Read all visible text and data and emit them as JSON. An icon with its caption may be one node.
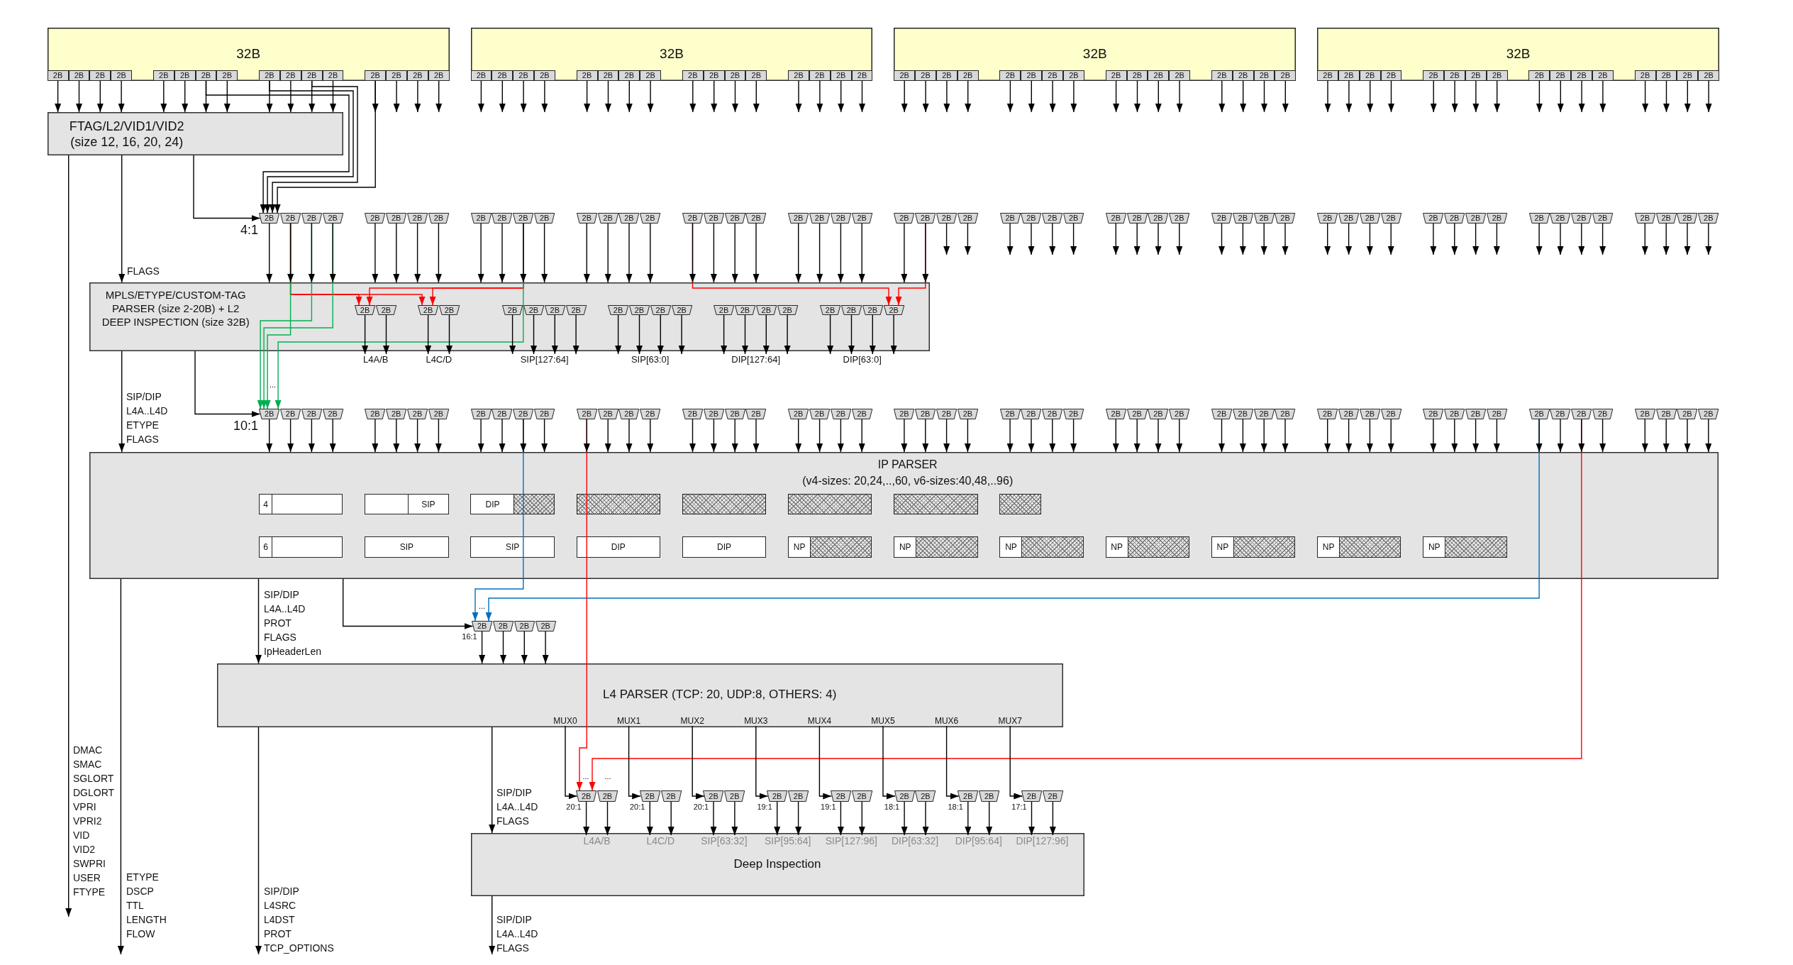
{
  "diagram": {
    "nodes": [
      {
        "text": [
          "32B"
        ]
      },
      {
        "text": [
          "2B"
        ],
        "in": 0
      },
      {
        "text": [
          "2B"
        ],
        "in": 0
      },
      {
        "text": [
          "2B"
        ],
        "in": 0
      },
      {
        "text": [
          "2B"
        ],
        "in": 0
      },
      {
        "text": [
          "2B"
        ],
        "in": 0
      },
      {
        "text": [
          "2B"
        ],
        "in": 0
      },
      {
        "text": [
          "2B"
        ],
        "in": 0
      },
      {
        "text": [
          "2B"
        ],
        "in": 0
      },
      {
        "text": [
          "2B"
        ],
        "in": 0
      },
      {
        "text": [
          "2B"
        ],
        "in": 0
      },
      {
        "text": [
          "2B"
        ],
        "in": 0
      },
      {
        "text": [
          "2B"
        ],
        "in": 0
      },
      {
        "text": [
          "2B"
        ],
        "in": 0
      },
      {
        "text": [
          "2B"
        ],
        "in": 0
      },
      {
        "text": [
          "2B"
        ],
        "in": 0
      },
      {
        "text": [
          "2B"
        ],
        "in": 0
      },
      {
        "text": [
          "32B"
        ]
      },
      {
        "text": [
          "2B"
        ],
        "in": 17
      },
      {
        "text": [
          "2B"
        ],
        "in": 17
      },
      {
        "text": [
          "2B"
        ],
        "in": 17
      },
      {
        "text": [
          "2B"
        ],
        "in": 17
      },
      {
        "text": [
          "2B"
        ],
        "in": 17
      },
      {
        "text": [
          "2B"
        ],
        "in": 17
      },
      {
        "text": [
          "2B"
        ],
        "in": 17
      },
      {
        "text": [
          "2B"
        ],
        "in": 17
      },
      {
        "text": [
          "2B"
        ],
        "in": 17
      },
      {
        "text": [
          "2B"
        ],
        "in": 17
      },
      {
        "text": [
          "2B"
        ],
        "in": 17
      },
      {
        "text": [
          "2B"
        ],
        "in": 17
      },
      {
        "text": [
          "2B"
        ],
        "in": 17
      },
      {
        "text": [
          "2B"
        ],
        "in": 17
      },
      {
        "text": [
          "2B"
        ],
        "in": 17
      },
      {
        "text": [
          "2B"
        ],
        "in": 17
      },
      {
        "text": [
          "32B"
        ]
      },
      {
        "text": [
          "2B"
        ],
        "in": 34
      },
      {
        "text": [
          "2B"
        ],
        "in": 34
      },
      {
        "text": [
          "2B"
        ],
        "in": 34
      },
      {
        "text": [
          "2B"
        ],
        "in": 34
      },
      {
        "text": [
          "2B"
        ],
        "in": 34
      },
      {
        "text": [
          "2B"
        ],
        "in": 34
      },
      {
        "text": [
          "2B"
        ],
        "in": 34
      },
      {
        "text": [
          "2B"
        ],
        "in": 34
      },
      {
        "text": [
          "2B"
        ],
        "in": 34
      },
      {
        "text": [
          "2B"
        ],
        "in": 34
      },
      {
        "text": [
          "2B"
        ],
        "in": 34
      },
      {
        "text": [
          "2B"
        ],
        "in": 34
      },
      {
        "text": [
          "2B"
        ],
        "in": 34
      },
      {
        "text": [
          "2B"
        ],
        "in": 34
      },
      {
        "text": [
          "2B"
        ],
        "in": 34
      },
      {
        "text": [
          "2B"
        ],
        "in": 34
      },
      {
        "text": [
          "32B"
        ]
      },
      {
        "text": [
          "2B"
        ],
        "in": 51
      },
      {
        "text": [
          "2B"
        ],
        "in": 51
      },
      {
        "text": [
          "2B"
        ],
        "in": 51
      },
      {
        "text": [
          "2B"
        ],
        "in": 51
      },
      {
        "text": [
          "2B"
        ],
        "in": 51
      },
      {
        "text": [
          "2B"
        ],
        "in": 51
      },
      {
        "text": [
          "2B"
        ],
        "in": 51
      },
      {
        "text": [
          "2B"
        ],
        "in": 51
      },
      {
        "text": [
          "2B"
        ],
        "in": 51
      },
      {
        "text": [
          "2B"
        ],
        "in": 51
      },
      {
        "text": [
          "2B"
        ],
        "in": 51
      },
      {
        "text": [
          "2B"
        ],
        "in": 51
      },
      {
        "text": [
          "2B"
        ],
        "in": 51
      },
      {
        "text": [
          "2B"
        ],
        "in": 51
      },
      {
        "text": [
          "2B"
        ],
        "in": 51
      },
      {
        "text": [
          "2B"
        ],
        "in": 51
      },
      {
        "text": [
          "FTAG/L2/VID1/VID2 (size 12, 16, 20, 24)"
        ]
      },
      {
        "text": [
          "2B"
        ],
        "beside": [
          "4:1"
        ]
      },
      {
        "text": [
          "2B"
        ]
      },
      {
        "text": [
          "2B"
        ]
      },
      {
        "text": [
          "2B"
        ]
      },
      {
        "text": [
          "2B"
        ]
      },
      {
        "text": [
          "2B"
        ]
      },
      {
        "text": [
          "2B"
        ]
      },
      {
        "text": [
          "2B"
        ]
      },
      {
        "text": [
          "2B"
        ]
      },
      {
        "text": [
          "2B"
        ]
      },
      {
        "text": [
          "2B"
        ]
      },
      {
        "text": [
          "2B"
        ]
      },
      {
        "text": [
          "2B"
        ]
      },
      {
        "text": [
          "2B"
        ]
      },
      {
        "text": [
          "2B"
        ]
      },
      {
        "text": [
          "2B"
        ]
      },
      {
        "text": [
          "2B"
        ]
      },
      {
        "text": [
          "2B"
        ]
      },
      {
        "text": [
          "2B"
        ]
      },
      {
        "text": [
          "2B"
        ]
      },
      {
        "text": [
          "2B"
        ]
      },
      {
        "text": [
          "2B"
        ]
      },
      {
        "text": [
          "2B"
        ]
      },
      {
        "text": [
          "2B"
        ]
      },
      {
        "text": [
          "2B"
        ]
      },
      {
        "text": [
          "2B"
        ]
      },
      {
        "text": [
          "2B"
        ]
      },
      {
        "text": [
          "2B"
        ]
      },
      {
        "text": [
          "2B"
        ]
      },
      {
        "text": [
          "2B"
        ]
      },
      {
        "text": [
          "2B"
        ]
      },
      {
        "text": [
          "2B"
        ]
      },
      {
        "text": [
          "2B"
        ]
      },
      {
        "text": [
          "2B"
        ]
      },
      {
        "text": [
          "2B"
        ]
      },
      {
        "text": [
          "2B"
        ]
      },
      {
        "text": [
          "2B"
        ]
      },
      {
        "text": [
          "2B"
        ]
      },
      {
        "text": [
          "2B"
        ]
      },
      {
        "text": [
          "2B"
        ]
      },
      {
        "text": [
          "2B"
        ]
      },
      {
        "text": [
          "2B"
        ]
      },
      {
        "text": [
          "2B"
        ]
      },
      {
        "text": [
          "2B"
        ]
      },
      {
        "text": [
          "2B"
        ]
      },
      {
        "text": [
          "2B"
        ]
      },
      {
        "text": [
          "2B"
        ]
      },
      {
        "text": [
          "2B"
        ]
      },
      {
        "text": [
          "2B"
        ]
      },
      {
        "text": [
          "2B"
        ]
      },
      {
        "text": [
          "2B"
        ]
      },
      {
        "text": [
          "2B"
        ]
      },
      {
        "text": [
          "2B"
        ]
      },
      {
        "text": [
          "2B"
        ]
      },
      {
        "text": [
          "2B"
        ]
      },
      {
        "text": [
          "2B"
        ]
      },
      {
        "text": [
          "MPLS/ETYPE/CUSTOM-TAG PARSER (size 2-20B) + L2 DEEP INSPECTION (size 32B)"
        ]
      },
      {
        "text": [
          "2B"
        ],
        "in": 125
      },
      {
        "text": [
          "2B"
        ],
        "in": 125
      },
      {
        "text": [
          "2B"
        ],
        "in": 125
      },
      {
        "text": [
          "2B"
        ],
        "in": 125
      },
      {
        "text": [
          "2B"
        ],
        "in": 125
      },
      {
        "text": [
          "2B"
        ],
        "in": 125
      },
      {
        "text": [
          "2B"
        ],
        "in": 125
      },
      {
        "text": [
          "2B"
        ],
        "in": 125
      },
      {
        "text": [
          "2B"
        ],
        "in": 125
      },
      {
        "text": [
          "2B"
        ],
        "in": 125
      },
      {
        "text": [
          "2B"
        ],
        "in": 125
      },
      {
        "text": [
          "2B"
        ],
        "in": 125
      },
      {
        "text": [
          "2B"
        ],
        "in": 125
      },
      {
        "text": [
          "2B"
        ],
        "in": 125
      },
      {
        "text": [
          "2B"
        ],
        "in": 125
      },
      {
        "text": [
          "2B"
        ],
        "in": 125
      },
      {
        "text": [
          "2B"
        ],
        "in": 125
      },
      {
        "text": [
          "2B"
        ],
        "in": 125
      },
      {
        "text": [
          "2B"
        ],
        "in": 125
      },
      {
        "text": [
          "2B"
        ],
        "in": 125
      },
      {
        "text": [
          "L4A/B"
        ]
      },
      {
        "text": [
          "L4C/D"
        ]
      },
      {
        "text": [
          "SIP[127:64]"
        ]
      },
      {
        "text": [
          "SIP[63:0]"
        ]
      },
      {
        "text": [
          "DIP[127:64]"
        ]
      },
      {
        "text": [
          "DIP[63:0]"
        ]
      },
      {
        "text": [
          "2B"
        ],
        "beside": [
          "10:1"
        ]
      },
      {
        "text": [
          "2B"
        ]
      },
      {
        "text": [
          "2B"
        ]
      },
      {
        "text": [
          "2B"
        ]
      },
      {
        "text": [
          "2B"
        ]
      },
      {
        "text": [
          "2B"
        ]
      },
      {
        "text": [
          "2B"
        ]
      },
      {
        "text": [
          "2B"
        ]
      },
      {
        "text": [
          "2B"
        ]
      },
      {
        "text": [
          "2B"
        ]
      },
      {
        "text": [
          "2B"
        ]
      },
      {
        "text": [
          "2B"
        ]
      },
      {
        "text": [
          "2B"
        ]
      },
      {
        "text": [
          "2B"
        ]
      },
      {
        "text": [
          "2B"
        ]
      },
      {
        "text": [
          "2B"
        ]
      },
      {
        "text": [
          "2B"
        ]
      },
      {
        "text": [
          "2B"
        ]
      },
      {
        "text": [
          "2B"
        ]
      },
      {
        "text": [
          "2B"
        ]
      },
      {
        "text": [
          "2B"
        ]
      },
      {
        "text": [
          "2B"
        ]
      },
      {
        "text": [
          "2B"
        ]
      },
      {
        "text": [
          "2B"
        ]
      },
      {
        "text": [
          "2B"
        ]
      },
      {
        "text": [
          "2B"
        ]
      },
      {
        "text": [
          "2B"
        ]
      },
      {
        "text": [
          "2B"
        ]
      },
      {
        "text": [
          "2B"
        ]
      },
      {
        "text": [
          "2B"
        ]
      },
      {
        "text": [
          "2B"
        ]
      },
      {
        "text": [
          "2B"
        ]
      },
      {
        "text": [
          "2B"
        ]
      },
      {
        "text": [
          "2B"
        ]
      },
      {
        "text": [
          "2B"
        ]
      },
      {
        "text": [
          "2B"
        ]
      },
      {
        "text": [
          "2B"
        ]
      },
      {
        "text": [
          "2B"
        ]
      },
      {
        "text": [
          "2B"
        ]
      },
      {
        "text": [
          "2B"
        ]
      },
      {
        "text": [
          "2B"
        ]
      },
      {
        "text": [
          "2B"
        ]
      },
      {
        "text": [
          "2B"
        ]
      },
      {
        "text": [
          "2B"
        ]
      },
      {
        "text": [
          "2B"
        ]
      },
      {
        "text": [
          "2B"
        ]
      },
      {
        "text": [
          "2B"
        ]
      },
      {
        "text": [
          "2B"
        ]
      },
      {
        "text": [
          "2B"
        ]
      },
      {
        "text": [
          "2B"
        ]
      },
      {
        "text": [
          "2B"
        ]
      },
      {
        "text": [
          "2B"
        ]
      },
      {
        "text": [
          "2B"
        ]
      },
      {
        "text": [
          "2B"
        ]
      },
      {
        "text": [
          "2B"
        ]
      },
      {
        "text": [
          "2B"
        ]
      },
      {
        "text": [
          "IP PARSER",
          "(v4-sizes: 20,24,..,60, v6-sizes:40,48,..96)"
        ]
      },
      {
        "text": [
          "4"
        ],
        "in": 208
      },
      {
        "text": [
          "SIP"
        ],
        "in": 208
      },
      {
        "text": [
          "DIP"
        ],
        "in": 208
      },
      {
        "text": [],
        "shape": "box",
        "in": 208
      },
      {
        "text": [],
        "shape": "box",
        "in": 208
      },
      {
        "text": [],
        "shape": "box",
        "in": 208
      },
      {
        "text": [],
        "shape": "box",
        "in": 208
      },
      {
        "text": [],
        "shape": "box",
        "in": 208
      },
      {
        "text": [
          "6"
        ],
        "in": 208
      },
      {
        "text": [
          "SIP"
        ],
        "in": 208
      },
      {
        "text": [
          "SIP"
        ],
        "in": 208
      },
      {
        "text": [
          "DIP"
        ],
        "in": 208
      },
      {
        "text": [
          "DIP"
        ],
        "in": 208
      },
      {
        "text": [
          "NP"
        ],
        "in": 208
      },
      {
        "text": [
          "NP"
        ],
        "in": 208
      },
      {
        "text": [
          "NP"
        ],
        "in": 208
      },
      {
        "text": [
          "NP"
        ],
        "in": 208
      },
      {
        "text": [
          "NP"
        ],
        "in": 208
      },
      {
        "text": [
          "NP"
        ],
        "in": 208
      },
      {
        "text": [
          "NP"
        ],
        "in": 208
      },
      {
        "text": [
          "2B"
        ],
        "beside": [
          "16:1"
        ]
      },
      {
        "text": [
          "2B"
        ]
      },
      {
        "text": [
          "2B"
        ]
      },
      {
        "text": [
          "2B"
        ]
      },
      {
        "text": [
          "L4 PARSER (TCP: 20, UDP:8, OTHERS: 4)"
        ]
      },
      {
        "text": [
          "MUX0"
        ],
        "in": 233
      },
      {
        "text": [
          "MUX1"
        ],
        "in": 233
      },
      {
        "text": [
          "MUX2"
        ],
        "in": 233
      },
      {
        "text": [
          "MUX3"
        ],
        "in": 233
      },
      {
        "text": [
          "MUX4"
        ],
        "in": 233
      },
      {
        "text": [
          "MUX5"
        ],
        "in": 233
      },
      {
        "text": [
          "MUX6"
        ],
        "in": 233
      },
      {
        "text": [
          "MUX7"
        ],
        "in": 233
      },
      {
        "text": [
          "2B"
        ],
        "beside": [
          "20:1"
        ]
      },
      {
        "text": [
          "2B"
        ]
      },
      {
        "text": [
          "2B"
        ],
        "beside": [
          "20:1"
        ]
      },
      {
        "text": [
          "2B"
        ]
      },
      {
        "text": [
          "2B"
        ],
        "beside": [
          "20:1"
        ]
      },
      {
        "text": [
          "2B"
        ]
      },
      {
        "text": [
          "2B"
        ],
        "beside": [
          "19:1"
        ]
      },
      {
        "text": [
          "2B"
        ]
      },
      {
        "text": [
          "2B"
        ],
        "beside": [
          "19:1"
        ]
      },
      {
        "text": [
          "2B"
        ]
      },
      {
        "text": [
          "2B"
        ],
        "beside": [
          "18:1"
        ]
      },
      {
        "text": [
          "2B"
        ]
      },
      {
        "text": [
          "2B"
        ],
        "beside": [
          "18:1"
        ]
      },
      {
        "text": [
          "2B"
        ]
      },
      {
        "text": [
          "2B"
        ],
        "beside": [
          "17:1"
        ]
      },
      {
        "text": [
          "2B"
        ]
      },
      {
        "text": [
          "Deep Inspection"
        ]
      },
      {
        "text": [
          "L4A/B"
        ],
        "in": 258
      },
      {
        "text": [
          "L4C/D"
        ],
        "in": 258
      },
      {
        "text": [
          "SIP[63:32]"
        ],
        "in": 258
      },
      {
        "text": [
          "SIP[95:64]"
        ],
        "in": 258
      },
      {
        "text": [
          "SIP[127:96]"
        ],
        "in": 258
      },
      {
        "text": [
          "DIP[63:32]"
        ],
        "in": 258
      },
      {
        "text": [
          "DIP[95:64]"
        ],
        "in": 258
      },
      {
        "text": [
          "DIP[127:96]"
        ],
        "in": 258
      }
    ],
    "edges": [
      {
        "from": 1,
        "to": 68,
        "arrow": "to"
      },
      {
        "from": 2,
        "to": 68,
        "arrow": "to"
      },
      {
        "from": 3,
        "to": 68,
        "arrow": "to"
      },
      {
        "from": 4,
        "to": 68,
        "arrow": "to"
      },
      {
        "from": 5,
        "to": 68,
        "arrow": "to"
      },
      {
        "from": 6,
        "to": 68,
        "arrow": "to"
      },
      {
        "from": 7,
        "to": 68,
        "arrow": "to"
      },
      {
        "from": 8,
        "to": 68,
        "arrow": "to"
      },
      {
        "from": 9,
        "to": 68,
        "arrow": "to"
      },
      {
        "from": 10,
        "to": 68,
        "arrow": "to"
      },
      {
        "from": 11,
        "to": 68,
        "arrow": "to"
      },
      {
        "from": 12,
        "to": 68,
        "arrow": "to"
      },
      {
        "from": 13,
        "to": null,
        "arrow": "to"
      },
      {
        "from": 14,
        "to": null,
        "arrow": "to"
      },
      {
        "from": 15,
        "to": null,
        "arrow": "to"
      },
      {
        "from": 16,
        "to": null,
        "arrow": "to"
      },
      {
        "from": 18,
        "to": null,
        "arrow": "to"
      },
      {
        "from": 19,
        "to": null,
        "arrow": "to"
      },
      {
        "from": 20,
        "to": null,
        "arrow": "to"
      },
      {
        "from": 21,
        "to": null,
        "arrow": "to"
      },
      {
        "from": 22,
        "to": null,
        "arrow": "to"
      },
      {
        "from": 23,
        "to": null,
        "arrow": "to"
      },
      {
        "from": 24,
        "to": null,
        "arrow": "to"
      },
      {
        "from": 25,
        "to": null,
        "arrow": "to"
      },
      {
        "from": 26,
        "to": null,
        "arrow": "to"
      },
      {
        "from": 27,
        "to": null,
        "arrow": "to"
      },
      {
        "from": 28,
        "to": null,
        "arrow": "to"
      },
      {
        "from": 29,
        "to": null,
        "arrow": "to"
      },
      {
        "from": 30,
        "to": null,
        "arrow": "to"
      },
      {
        "from": 31,
        "to": null,
        "arrow": "to"
      },
      {
        "from": 32,
        "to": null,
        "arrow": "to"
      },
      {
        "from": 33,
        "to": null,
        "arrow": "to"
      },
      {
        "from": 35,
        "to": null,
        "arrow": "to"
      },
      {
        "from": 36,
        "to": null,
        "arrow": "to"
      },
      {
        "from": 37,
        "to": null,
        "arrow": "to"
      },
      {
        "from": 38,
        "to": null,
        "arrow": "to"
      },
      {
        "from": 39,
        "to": null,
        "arrow": "to"
      },
      {
        "from": 40,
        "to": null,
        "arrow": "to"
      },
      {
        "from": 41,
        "to": null,
        "arrow": "to"
      },
      {
        "from": 42,
        "to": null,
        "arrow": "to"
      },
      {
        "from": 43,
        "to": null,
        "arrow": "to"
      },
      {
        "from": 44,
        "to": null,
        "arrow": "to"
      },
      {
        "from": 45,
        "to": null,
        "arrow": "to"
      },
      {
        "from": 46,
        "to": null,
        "arrow": "to"
      },
      {
        "from": 47,
        "to": null,
        "arrow": "to"
      },
      {
        "from": 48,
        "to": null,
        "arrow": "to"
      },
      {
        "from": 49,
        "to": null,
        "arrow": "to"
      },
      {
        "from": 50,
        "to": null,
        "arrow": "to"
      },
      {
        "from": 52,
        "to": null,
        "arrow": "to"
      },
      {
        "from": 53,
        "to": null,
        "arrow": "to"
      },
      {
        "from": 54,
        "to": null,
        "arrow": "to"
      },
      {
        "from": 55,
        "to": null,
        "arrow": "to"
      },
      {
        "from": 56,
        "to": null,
        "arrow": "to"
      },
      {
        "from": 57,
        "to": null,
        "arrow": "to"
      },
      {
        "from": 58,
        "to": null,
        "arrow": "to"
      },
      {
        "from": 59,
        "to": null,
        "arrow": "to"
      },
      {
        "from": 60,
        "to": null,
        "arrow": "to"
      },
      {
        "from": 61,
        "to": null,
        "arrow": "to"
      },
      {
        "from": 62,
        "to": null,
        "arrow": "to"
      },
      {
        "from": 63,
        "to": null,
        "arrow": "to"
      },
      {
        "from": 64,
        "to": null,
        "arrow": "to"
      },
      {
        "from": 65,
        "to": null,
        "arrow": "to"
      },
      {
        "from": 66,
        "to": null,
        "arrow": "to"
      },
      {
        "from": 67,
        "to": null,
        "arrow": "to"
      },
      {
        "from": 7,
        "to": 69,
        "arrow": "to"
      },
      {
        "from": 9,
        "to": 69,
        "arrow": "to"
      },
      {
        "from": 11,
        "to": 69,
        "arrow": "to"
      },
      {
        "from": 13,
        "to": 69,
        "arrow": "to"
      },
      {
        "from": 68,
        "to": 69,
        "arrow": "to"
      },
      {
        "from": 68,
        "to": null,
        "arrow": "to",
        "label": "DMAC SMAC SGLORT DGLORT VPRI VPRI2 VID VID2 SWPRI USER FTYPE"
      },
      {
        "from": 68,
        "to": 125,
        "arrow": "to",
        "label": "FLAGS"
      },
      {
        "from": 69,
        "to": 125,
        "arrow": "to"
      },
      {
        "from": 70,
        "to": 125,
        "arrow": "to"
      },
      {
        "from": 71,
        "to": 125,
        "arrow": "to"
      },
      {
        "from": 72,
        "to": 125,
        "arrow": "to"
      },
      {
        "from": 73,
        "to": 125,
        "arrow": "to"
      },
      {
        "from": 74,
        "to": 125,
        "arrow": "to"
      },
      {
        "from": 75,
        "to": 125,
        "arrow": "to"
      },
      {
        "from": 76,
        "to": 125,
        "arrow": "to"
      },
      {
        "from": 77,
        "to": 125,
        "arrow": "to"
      },
      {
        "from": 78,
        "to": 125,
        "arrow": "to"
      },
      {
        "from": 79,
        "to": 125,
        "arrow": "to"
      },
      {
        "from": 80,
        "to": 125,
        "arrow": "to"
      },
      {
        "from": 81,
        "to": 125,
        "arrow": "to"
      },
      {
        "from": 82,
        "to": 125,
        "arrow": "to"
      },
      {
        "from": 83,
        "to": 125,
        "arrow": "to"
      },
      {
        "from": 84,
        "to": 125,
        "arrow": "to"
      },
      {
        "from": 85,
        "to": 125,
        "arrow": "to"
      },
      {
        "from": 86,
        "to": 125,
        "arrow": "to"
      },
      {
        "from": 87,
        "to": 125,
        "arrow": "to"
      },
      {
        "from": 88,
        "to": 125,
        "arrow": "to"
      },
      {
        "from": 89,
        "to": 125,
        "arrow": "to"
      },
      {
        "from": 90,
        "to": 125,
        "arrow": "to"
      },
      {
        "from": 91,
        "to": 125,
        "arrow": "to"
      },
      {
        "from": 92,
        "to": 125,
        "arrow": "to"
      },
      {
        "from": 93,
        "to": 125,
        "arrow": "to"
      },
      {
        "from": 94,
        "to": 125,
        "arrow": "to"
      },
      {
        "from": 95,
        "to": null,
        "arrow": "to"
      },
      {
        "from": 96,
        "to": null,
        "arrow": "to"
      },
      {
        "from": 97,
        "to": null,
        "arrow": "to"
      },
      {
        "from": 98,
        "to": null,
        "arrow": "to"
      },
      {
        "from": 99,
        "to": null,
        "arrow": "to"
      },
      {
        "from": 100,
        "to": null,
        "arrow": "to"
      },
      {
        "from": 101,
        "to": null,
        "arrow": "to"
      },
      {
        "from": 102,
        "to": null,
        "arrow": "to"
      },
      {
        "from": 103,
        "to": null,
        "arrow": "to"
      },
      {
        "from": 104,
        "to": null,
        "arrow": "to"
      },
      {
        "from": 105,
        "to": null,
        "arrow": "to"
      },
      {
        "from": 106,
        "to": null,
        "arrow": "to"
      },
      {
        "from": 107,
        "to": null,
        "arrow": "to"
      },
      {
        "from": 108,
        "to": null,
        "arrow": "to"
      },
      {
        "from": 109,
        "to": null,
        "arrow": "to"
      },
      {
        "from": 110,
        "to": null,
        "arrow": "to"
      },
      {
        "from": 111,
        "to": null,
        "arrow": "to"
      },
      {
        "from": 112,
        "to": null,
        "arrow": "to"
      },
      {
        "from": 113,
        "to": null,
        "arrow": "to"
      },
      {
        "from": 114,
        "to": null,
        "arrow": "to"
      },
      {
        "from": 115,
        "to": null,
        "arrow": "to"
      },
      {
        "from": 116,
        "to": null,
        "arrow": "to"
      },
      {
        "from": 117,
        "to": null,
        "arrow": "to"
      },
      {
        "from": 118,
        "to": null,
        "arrow": "to"
      },
      {
        "from": 119,
        "to": null,
        "arrow": "to"
      },
      {
        "from": 120,
        "to": null,
        "arrow": "to"
      },
      {
        "from": 121,
        "to": null,
        "arrow": "to"
      },
      {
        "from": 122,
        "to": null,
        "arrow": "to"
      },
      {
        "from": 123,
        "to": null,
        "arrow": "to"
      },
      {
        "from": 124,
        "to": null,
        "arrow": "to"
      },
      {
        "from": 70,
        "to": 126,
        "arrow": "to",
        "color": "#ff0000"
      },
      {
        "from": 79,
        "to": 126,
        "arrow": "to",
        "color": "#ff0000"
      },
      {
        "from": 70,
        "to": 128,
        "arrow": "to",
        "color": "#ff0000"
      },
      {
        "from": 79,
        "to": 128,
        "arrow": "to",
        "color": "#ff0000"
      },
      {
        "from": 85,
        "to": 145,
        "arrow": "to",
        "color": "#ff0000"
      },
      {
        "from": 94,
        "to": 145,
        "arrow": "to",
        "color": "#ff0000"
      },
      {
        "from": 71,
        "to": 152,
        "arrow": "to",
        "color": "#00b050"
      },
      {
        "from": 72,
        "to": 152,
        "arrow": "to",
        "color": "#00b050"
      },
      {
        "from": 70,
        "to": 152,
        "arrow": "to",
        "color": "#00b050"
      },
      {
        "from": 79,
        "to": 152,
        "arrow": "to",
        "color": "#00b050"
      },
      {
        "from": 126,
        "to": 146,
        "arrow": "to"
      },
      {
        "from": 127,
        "to": 146,
        "arrow": "to"
      },
      {
        "from": 128,
        "to": 147,
        "arrow": "to"
      },
      {
        "from": 129,
        "to": 147,
        "arrow": "to"
      },
      {
        "from": 130,
        "to": 148,
        "arrow": "to"
      },
      {
        "from": 131,
        "to": 148,
        "arrow": "to"
      },
      {
        "from": 132,
        "to": 148,
        "arrow": "to"
      },
      {
        "from": 133,
        "to": 148,
        "arrow": "to"
      },
      {
        "from": 134,
        "to": 149,
        "arrow": "to"
      },
      {
        "from": 135,
        "to": 149,
        "arrow": "to"
      },
      {
        "from": 136,
        "to": 149,
        "arrow": "to"
      },
      {
        "from": 137,
        "to": 149,
        "arrow": "to"
      },
      {
        "from": 138,
        "to": 150,
        "arrow": "to"
      },
      {
        "from": 139,
        "to": 150,
        "arrow": "to"
      },
      {
        "from": 140,
        "to": 150,
        "arrow": "to"
      },
      {
        "from": 141,
        "to": 150,
        "arrow": "to"
      },
      {
        "from": 142,
        "to": 151,
        "arrow": "to"
      },
      {
        "from": 143,
        "to": 151,
        "arrow": "to"
      },
      {
        "from": 144,
        "to": 151,
        "arrow": "to"
      },
      {
        "from": 145,
        "to": 151,
        "arrow": "to"
      },
      {
        "from": 125,
        "to": 208,
        "arrow": "to",
        "label": "SIP/DIP L4A..L4D ETYPE FLAGS"
      },
      {
        "from": 125,
        "to": 152,
        "arrow": "to"
      },
      {
        "from": 152,
        "to": 208,
        "arrow": "to"
      },
      {
        "from": 153,
        "to": 208,
        "arrow": "to"
      },
      {
        "from": 154,
        "to": 208,
        "arrow": "to"
      },
      {
        "from": 155,
        "to": 208,
        "arrow": "to"
      },
      {
        "from": 156,
        "to": 208,
        "arrow": "to"
      },
      {
        "from": 157,
        "to": 208,
        "arrow": "to"
      },
      {
        "from": 158,
        "to": 208,
        "arrow": "to"
      },
      {
        "from": 159,
        "to": 208,
        "arrow": "to"
      },
      {
        "from": 160,
        "to": 208,
        "arrow": "to"
      },
      {
        "from": 161,
        "to": 208,
        "arrow": "to"
      },
      {
        "from": 162,
        "to": 208,
        "arrow": "to"
      },
      {
        "from": 163,
        "to": 208,
        "arrow": "to"
      },
      {
        "from": 164,
        "to": 208,
        "arrow": "to"
      },
      {
        "from": 165,
        "to": 208,
        "arrow": "to"
      },
      {
        "from": 166,
        "to": 208,
        "arrow": "to"
      },
      {
        "from": 167,
        "to": 208,
        "arrow": "to"
      },
      {
        "from": 168,
        "to": 208,
        "arrow": "to"
      },
      {
        "from": 169,
        "to": 208,
        "arrow": "to"
      },
      {
        "from": 170,
        "to": 208,
        "arrow": "to"
      },
      {
        "from": 171,
        "to": 208,
        "arrow": "to"
      },
      {
        "from": 172,
        "to": 208,
        "arrow": "to"
      },
      {
        "from": 173,
        "to": 208,
        "arrow": "to"
      },
      {
        "from": 174,
        "to": 208,
        "arrow": "to"
      },
      {
        "from": 175,
        "to": 208,
        "arrow": "to"
      },
      {
        "from": 176,
        "to": 208,
        "arrow": "to"
      },
      {
        "from": 177,
        "to": 208,
        "arrow": "to"
      },
      {
        "from": 178,
        "to": 208,
        "arrow": "to"
      },
      {
        "from": 179,
        "to": 208,
        "arrow": "to"
      },
      {
        "from": 180,
        "to": 208,
        "arrow": "to"
      },
      {
        "from": 181,
        "to": 208,
        "arrow": "to"
      },
      {
        "from": 182,
        "to": 208,
        "arrow": "to"
      },
      {
        "from": 183,
        "to": 208,
        "arrow": "to"
      },
      {
        "from": 184,
        "to": 208,
        "arrow": "to"
      },
      {
        "from": 185,
        "to": 208,
        "arrow": "to"
      },
      {
        "from": 186,
        "to": 208,
        "arrow": "to"
      },
      {
        "from": 187,
        "to": 208,
        "arrow": "to"
      },
      {
        "from": 188,
        "to": 208,
        "arrow": "to"
      },
      {
        "from": 189,
        "to": 208,
        "arrow": "to"
      },
      {
        "from": 190,
        "to": 208,
        "arrow": "to"
      },
      {
        "from": 191,
        "to": 208,
        "arrow": "to"
      },
      {
        "from": 192,
        "to": 208,
        "arrow": "to"
      },
      {
        "from": 193,
        "to": 208,
        "arrow": "to"
      },
      {
        "from": 194,
        "to": 208,
        "arrow": "to"
      },
      {
        "from": 195,
        "to": 208,
        "arrow": "to"
      },
      {
        "from": 196,
        "to": 208,
        "arrow": "to"
      },
      {
        "from": 197,
        "to": 208,
        "arrow": "to"
      },
      {
        "from": 198,
        "to": 208,
        "arrow": "to"
      },
      {
        "from": 199,
        "to": 208,
        "arrow": "to"
      },
      {
        "from": 200,
        "to": 208,
        "arrow": "to"
      },
      {
        "from": 201,
        "to": 208,
        "arrow": "to"
      },
      {
        "from": 202,
        "to": 208,
        "arrow": "to"
      },
      {
        "from": 203,
        "to": 208,
        "arrow": "to"
      },
      {
        "from": 204,
        "to": 208,
        "arrow": "to"
      },
      {
        "from": 205,
        "to": 208,
        "arrow": "to"
      },
      {
        "from": 206,
        "to": 208,
        "arrow": "to"
      },
      {
        "from": 207,
        "to": 208,
        "arrow": "to"
      },
      {
        "from": 162,
        "to": 229,
        "arrow": "to",
        "color": "#0070c0"
      },
      {
        "from": 200,
        "to": 229,
        "arrow": "to",
        "color": "#0070c0"
      },
      {
        "from": 164,
        "to": 242,
        "arrow": "to",
        "color": "#ff0000"
      },
      {
        "from": 202,
        "to": 242,
        "arrow": "to",
        "color": "#ff0000"
      },
      {
        "from": 208,
        "to": 229,
        "arrow": "to"
      },
      {
        "from": 208,
        "to": 233,
        "arrow": "to",
        "label": "SIP/DIP L4A..L4D PROT FLAGS IpHeaderLen"
      },
      {
        "from": 208,
        "to": null,
        "arrow": "to",
        "label": "ETYPE DSCP TTL LENGTH FLOW"
      },
      {
        "from": 229,
        "to": 233,
        "arrow": "to"
      },
      {
        "from": 230,
        "to": 233,
        "arrow": "to"
      },
      {
        "from": 231,
        "to": 233,
        "arrow": "to"
      },
      {
        "from": 232,
        "to": 233,
        "arrow": "to"
      },
      {
        "from": 233,
        "to": null,
        "arrow": "to",
        "label": "SIP/DIP L4SRC L4DST PROT TCP_OPTIONS"
      },
      {
        "from": 233,
        "to": 258,
        "arrow": "to",
        "label": "SIP/DIP L4A..L4D FLAGS"
      },
      {
        "from": 234,
        "to": 242,
        "arrow": "to"
      },
      {
        "from": 235,
        "to": 244,
        "arrow": "to"
      },
      {
        "from": 236,
        "to": 246,
        "arrow": "to"
      },
      {
        "from": 237,
        "to": 248,
        "arrow": "to"
      },
      {
        "from": 238,
        "to": 250,
        "arrow": "to"
      },
      {
        "from": 239,
        "to": 252,
        "arrow": "to"
      },
      {
        "from": 240,
        "to": 254,
        "arrow": "to"
      },
      {
        "from": 241,
        "to": 256,
        "arrow": "to"
      },
      {
        "from": 242,
        "to": 259,
        "arrow": "to"
      },
      {
        "from": 243,
        "to": 259,
        "arrow": "to"
      },
      {
        "from": 244,
        "to": 260,
        "arrow": "to"
      },
      {
        "from": 245,
        "to": 260,
        "arrow": "to"
      },
      {
        "from": 246,
        "to": 261,
        "arrow": "to"
      },
      {
        "from": 247,
        "to": 261,
        "arrow": "to"
      },
      {
        "from": 248,
        "to": 262,
        "arrow": "to"
      },
      {
        "from": 249,
        "to": 262,
        "arrow": "to"
      },
      {
        "from": 250,
        "to": 263,
        "arrow": "to"
      },
      {
        "from": 251,
        "to": 263,
        "arrow": "to"
      },
      {
        "from": 252,
        "to": 264,
        "arrow": "to"
      },
      {
        "from": 253,
        "to": 264,
        "arrow": "to"
      },
      {
        "from": 254,
        "to": 265,
        "arrow": "to"
      },
      {
        "from": 255,
        "to": 265,
        "arrow": "to"
      },
      {
        "from": 256,
        "to": 266,
        "arrow": "to"
      },
      {
        "from": 257,
        "to": 266,
        "arrow": "to"
      },
      {
        "from": 258,
        "to": null,
        "arrow": "to",
        "label": "SIP/DIP L4A..L4D FLAGS"
      }
    ],
    "labels": [
      "...",
      "...",
      "...",
      "..."
    ]
  }
}
